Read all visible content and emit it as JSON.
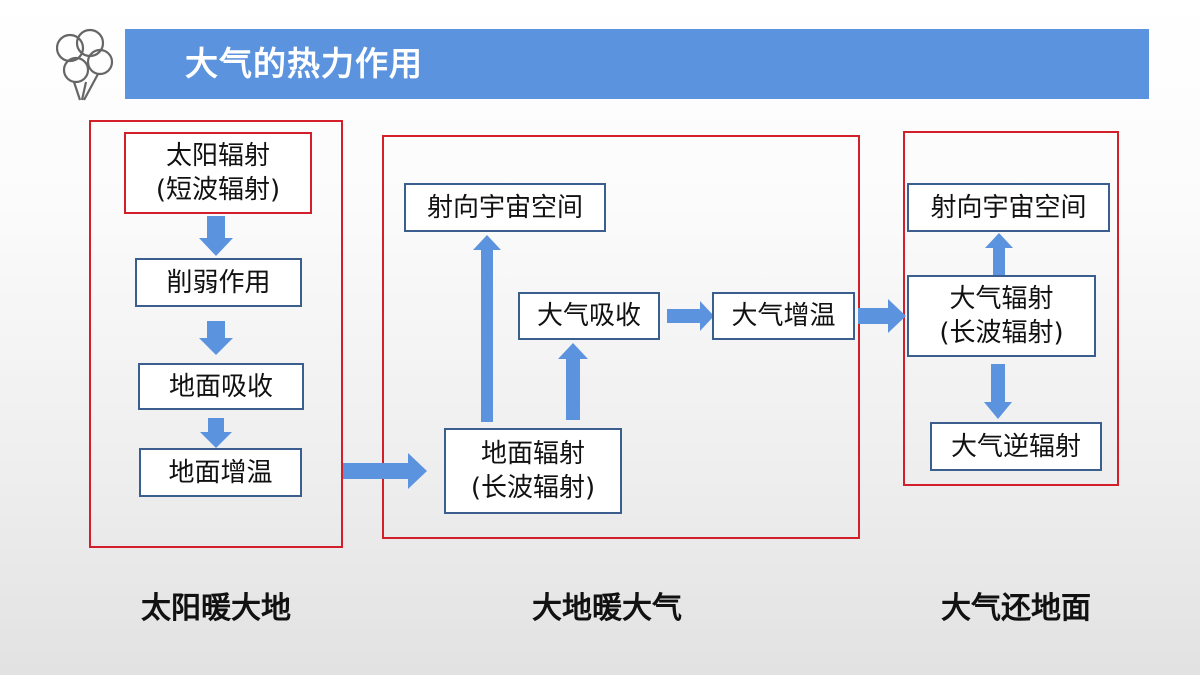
{
  "slide": {
    "title": "大气的热力作用",
    "logo_icon": "balloon-cluster-icon",
    "accent_color": "#5b93df",
    "frame_color": "#d21f2a",
    "arrow_color": "#5b93df"
  },
  "stage1": {
    "caption": "太阳暖大地",
    "solar_radiation": {
      "line1": "太阳辐射",
      "line2": "(短波辐射)"
    },
    "weakening": "削弱作用",
    "ground_absorb": "地面吸收",
    "ground_warm": "地面增温"
  },
  "stage2": {
    "caption": "大地暖大气",
    "to_space": "射向宇宙空间",
    "atmos_absorb": "大气吸收",
    "atmos_warm": "大气增温",
    "ground_radiation": {
      "line1": "地面辐射",
      "line2": "(长波辐射)"
    }
  },
  "stage3": {
    "caption": "大气还地面",
    "to_space": "射向宇宙空间",
    "atmos_radiation": {
      "line1": "大气辐射",
      "line2": "(长波辐射)"
    },
    "counter_radiation": "大气逆辐射"
  }
}
